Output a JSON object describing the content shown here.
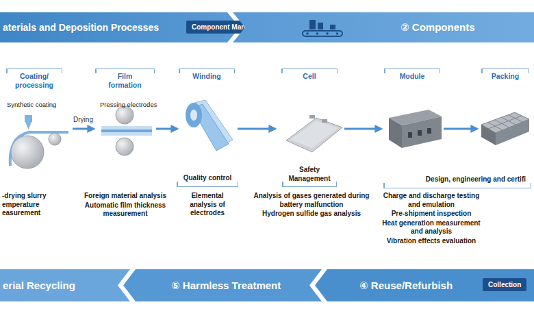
{
  "diagram": {
    "nodes": [
      {
        "text": [
          "aterials and Deposition Processes"
        ]
      },
      {
        "text": [
          "Component Manufacturing"
        ]
      },
      {
        "text": [
          "② Components"
        ]
      },
      {
        "text": [
          "Coating/ processing"
        ]
      },
      {
        "text": [
          "Film formation"
        ]
      },
      {
        "text": [
          "Winding"
        ]
      },
      {
        "text": [
          "Cell"
        ]
      },
      {
        "text": [
          "Module"
        ]
      },
      {
        "text": [
          "Packing"
        ]
      },
      {
        "text": [
          "Quality control"
        ]
      },
      {
        "text": [
          "Safety Management"
        ]
      },
      {
        "text": [
          "Design, engineering and certifi"
        ]
      },
      {
        "text": [
          "erial Recycling"
        ]
      },
      {
        "text": [
          "⑤ Harmless Treatment"
        ]
      },
      {
        "text": [
          "④ Reuse/Refurbish"
        ]
      },
      {
        "text": [
          "Collection"
        ],
        "in": 14
      }
    ],
    "edges": [
      {
        "from": 3,
        "to": 4,
        "arrow": "to",
        "label": "Drying"
      },
      {
        "from": 4,
        "to": 5,
        "arrow": "to"
      },
      {
        "from": 5,
        "to": 6,
        "arrow": "to"
      },
      {
        "from": 6,
        "to": 7,
        "arrow": "to"
      },
      {
        "from": 7,
        "to": 8,
        "arrow": "to"
      }
    ],
    "labels": [
      "Synthetic coating",
      "Pressing electrodes",
      "-drying slurry emperature easurement",
      "Foreign material analysis",
      "Automatic film thickness measurement",
      "Elemental analysis of electrodes",
      "Analysis of gases generated during battery malfunction",
      "Hydrogen sulfide gas analysis",
      "Charge and discharge testing and emulation",
      "Pre-shipment inspection",
      "Heat generation measurement and analysis",
      "Vibration effects evaluation"
    ]
  }
}
